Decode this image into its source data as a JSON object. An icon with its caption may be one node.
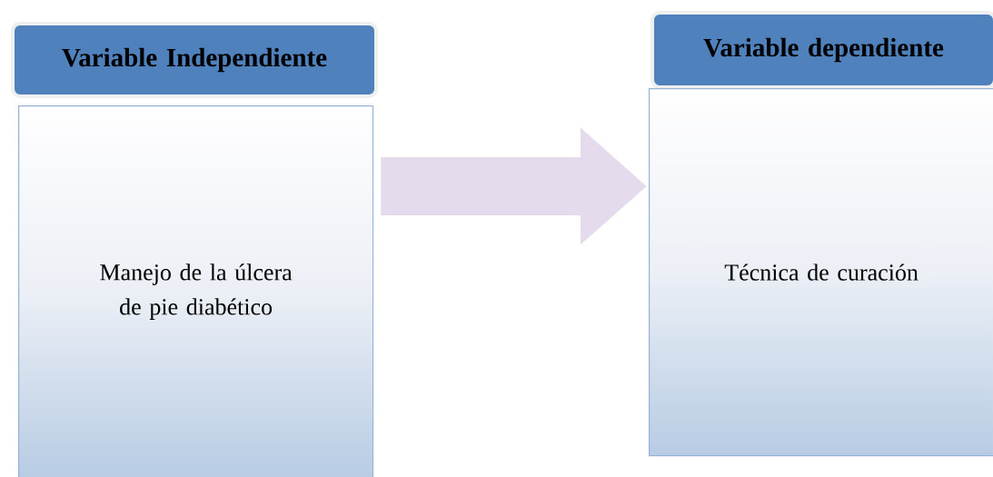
{
  "diagram": {
    "nodes": [
      {
        "text": [
          "Variable Independiente"
        ]
      },
      {
        "text": [
          "Manejo de la úlcera de pie diabético"
        ]
      },
      {
        "text": [
          "Variable dependiente"
        ]
      },
      {
        "text": [
          "Técnica de curación"
        ]
      }
    ],
    "edges": [
      {
        "from": 1,
        "to": 3,
        "arrow": "to"
      }
    ]
  }
}
